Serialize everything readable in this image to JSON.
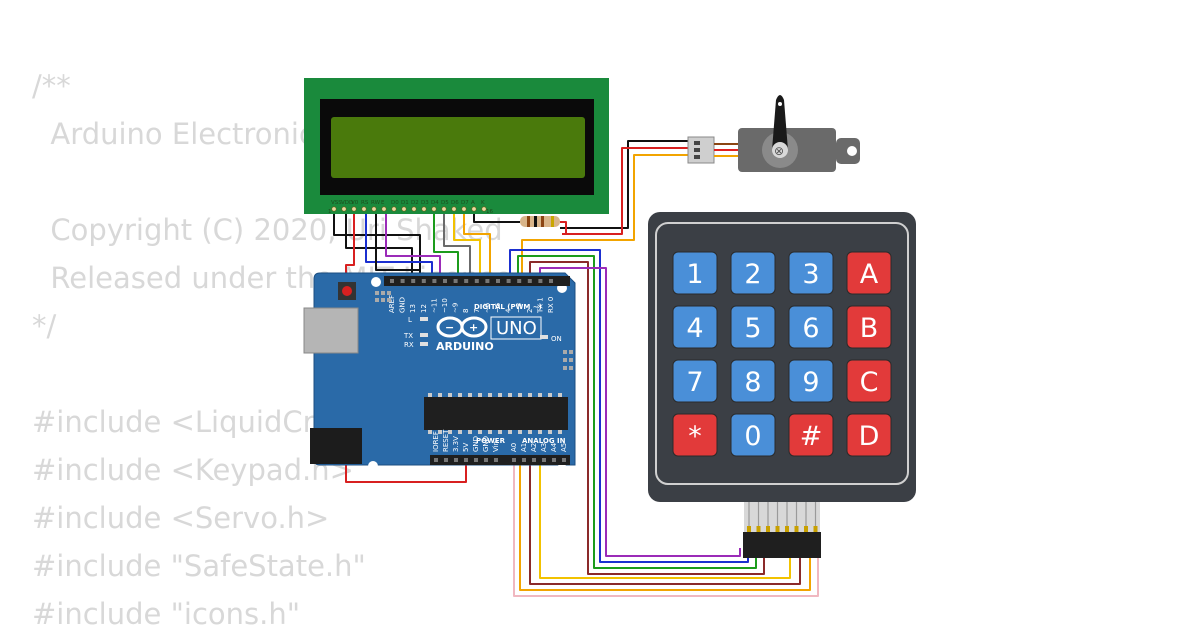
{
  "code_lines": [
    "/**",
    "  Arduino Electronic Safe",
    "",
    "  Copyright (C) 2020, Uri Shaked",
    "  Released under the MIT License.",
    "*/",
    "",
    "#include <LiquidCrystal.h>",
    "#include <Keypad.h>",
    "#include <Servo.h>",
    "#include \"SafeState.h\"",
    "#include \"icons.h\""
  ],
  "lcd": {
    "pin_labels": [
      "VSS",
      "VDD",
      "V0",
      "RS",
      "RW",
      "E",
      "D0",
      "D1",
      "D2",
      "D3",
      "D4",
      "D5",
      "D6",
      "D7",
      "A",
      "K"
    ],
    "pin_start": "1",
    "pin_end": "16"
  },
  "arduino": {
    "logo_text": "ARDUINO",
    "model": "UNO",
    "digital_label": "DIGITAL (PWM ~)",
    "power_label": "POWER",
    "analog_label": "ANALOG IN",
    "on_label": "ON",
    "l_label": "L",
    "tx_label": "TX",
    "rx_label": "RX",
    "top_pins": [
      "AREF",
      "GND",
      "13",
      "12",
      "~11",
      "~10",
      "~9",
      "8",
      "7",
      "~6",
      "~5",
      "4",
      "~3",
      "2",
      "TX 1",
      "RX 0"
    ],
    "power_pins": [
      "IOREF",
      "RESET",
      "3.3V",
      "5V",
      "GND",
      "GND",
      "Vin"
    ],
    "analog_pins": [
      "A0",
      "A1",
      "A2",
      "A3",
      "A4",
      "A5"
    ]
  },
  "keypad": {
    "keys": [
      {
        "label": "1",
        "type": "num"
      },
      {
        "label": "2",
        "type": "num"
      },
      {
        "label": "3",
        "type": "num"
      },
      {
        "label": "A",
        "type": "fn"
      },
      {
        "label": "4",
        "type": "num"
      },
      {
        "label": "5",
        "type": "num"
      },
      {
        "label": "6",
        "type": "num"
      },
      {
        "label": "B",
        "type": "fn"
      },
      {
        "label": "7",
        "type": "num"
      },
      {
        "label": "8",
        "type": "num"
      },
      {
        "label": "9",
        "type": "num"
      },
      {
        "label": "C",
        "type": "fn"
      },
      {
        "label": "*",
        "type": "fn"
      },
      {
        "label": "0",
        "type": "num"
      },
      {
        "label": "#",
        "type": "fn"
      },
      {
        "label": "D",
        "type": "fn"
      }
    ]
  },
  "colors": {
    "background": "#ffffff",
    "code_text": "#d8d8d8",
    "lcd_pcb": "#1a8a3c",
    "lcd_screen": "#4a7a0c",
    "arduino_board": "#2a6aa8",
    "keypad_body": "#3b3f45",
    "key_blue": "#4a8fd8",
    "key_red": "#e23a3a",
    "servo_body": "#666666"
  }
}
